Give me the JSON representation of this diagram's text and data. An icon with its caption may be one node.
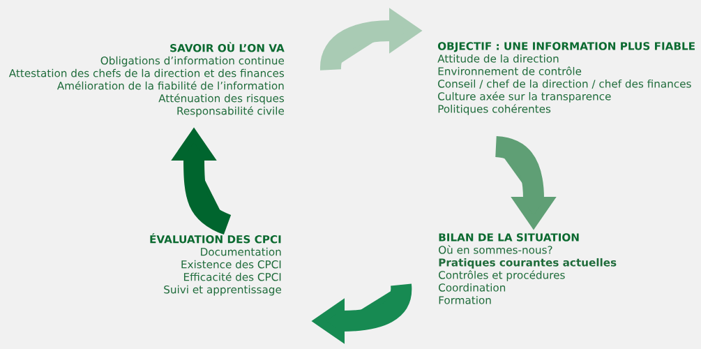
{
  "diagram": {
    "nodes": [
      {
        "text": [
          "SAVOIR OÙ L’ON VA",
          "Obligations d’information continue",
          "Attestation des chefs de la direction et des finances",
          "Amélioration de la fiabilité de l’information",
          "Atténuation des risques",
          "Responsabilité civile"
        ]
      },
      {
        "text": [
          "OBJECTIF : UNE INFORMATION PLUS FIABLE",
          "Attitude de la direction",
          "Environnement de contrôle",
          "Conseil / chef de la direction / chef des finances",
          "Culture axée sur la transparence",
          "Politiques cohérentes"
        ]
      },
      {
        "text": [
          "BILAN DE LA SITUATION",
          "Où en sommes-nous?",
          "**Pratiques courantes actuelles**",
          "Contrôles et procédures",
          "Coordination",
          "Formation"
        ]
      },
      {
        "text": [
          "ÉVALUATION DES CPCI",
          "Documentation",
          "Existence des CPCI",
          "Efficacité des CPCI",
          "Suivi et apprentissage"
        ]
      }
    ],
    "edges": [
      {
        "from": 0,
        "to": 1,
        "arrow": "to",
        "color": "#a9cbb4"
      },
      {
        "from": 1,
        "to": 2,
        "arrow": "to",
        "color": "#5f9f75"
      },
      {
        "from": 2,
        "to": 3,
        "arrow": "to",
        "color": "#178a52"
      },
      {
        "from": 3,
        "to": 0,
        "arrow": "to",
        "color": "#00652e"
      }
    ]
  }
}
